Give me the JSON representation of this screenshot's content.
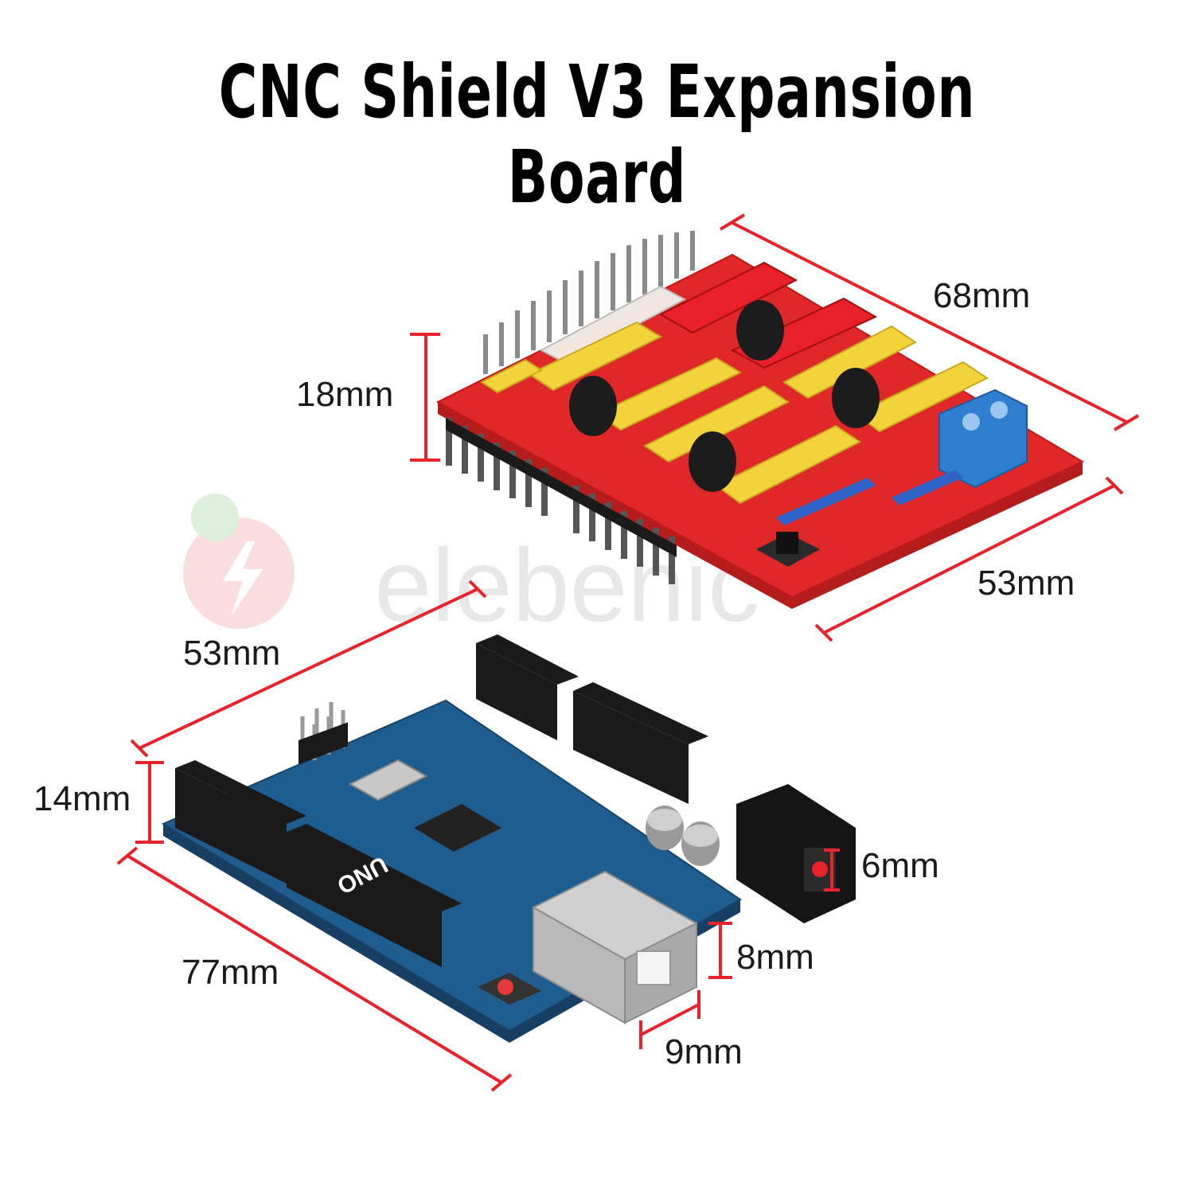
{
  "title": "CNC Shield V3 Expansion Board",
  "watermark": "elebenic",
  "colors": {
    "dimension_line": "#e8232a",
    "shield_pcb": "#e02828",
    "uno_pcb": "#1f5d8f",
    "driver_socket": "#f2d33c",
    "header_black": "#1a1a1a",
    "terminal_blue": "#2f7fd0"
  },
  "dimensions": {
    "shield_length": "68mm",
    "shield_height": "18mm",
    "shield_width": "53mm",
    "uno_width": "53mm",
    "uno_height": "14mm",
    "uno_length": "77mm",
    "dc_jack": "6mm",
    "usb_height": "8mm",
    "usb_width": "9mm"
  },
  "uno_label": "UNO"
}
